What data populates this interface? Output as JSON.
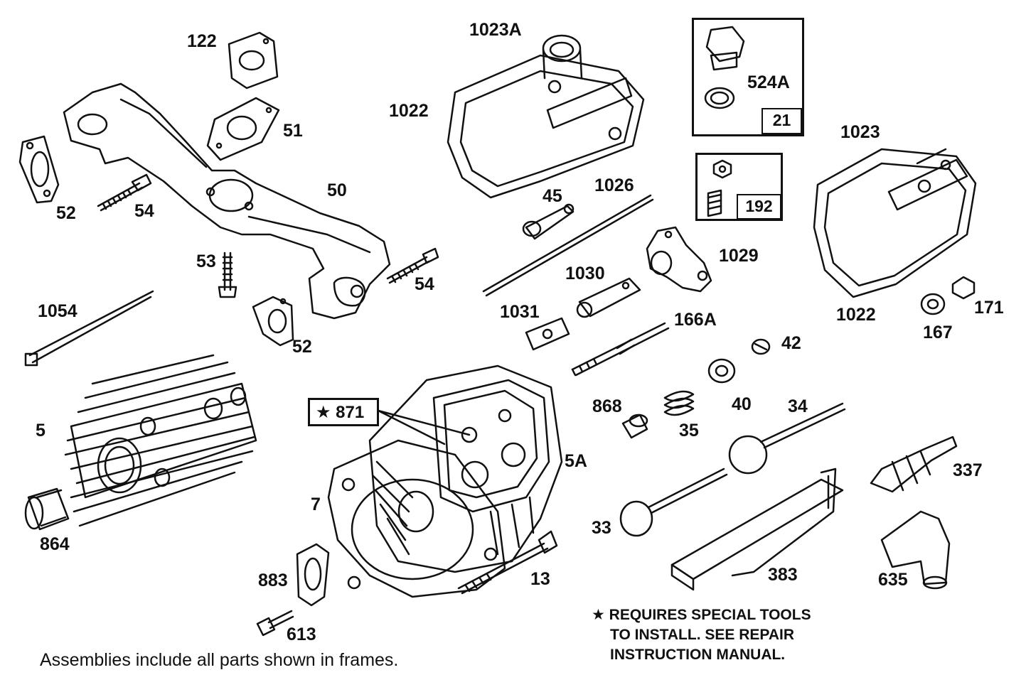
{
  "part_labels": {
    "p122": "122",
    "p1023A": "1023A",
    "p1022_top": "1022",
    "p51": "51",
    "p52_left": "52",
    "p54_left": "54",
    "p50": "50",
    "p45": "45",
    "p1026": "1026",
    "p1023": "1023",
    "p53": "53",
    "p54_right": "54",
    "p1029": "1029",
    "p1030": "1030",
    "p1022_right": "1022",
    "p171": "171",
    "p167": "167",
    "p1054": "1054",
    "p1031": "1031",
    "p166A": "166A",
    "p42": "42",
    "p52_mid": "52",
    "p40": "40",
    "p34": "34",
    "p868": "868",
    "p35": "35",
    "p5": "5",
    "p5A": "5A",
    "p337": "337",
    "p7": "7",
    "p33": "33",
    "p864": "864",
    "p883": "883",
    "p13": "13",
    "p383": "383",
    "p635": "635",
    "p613": "613"
  },
  "frames": {
    "kit_21": {
      "part": "524A",
      "kit_number": "21"
    },
    "kit_192": {
      "kit_number": "192"
    }
  },
  "special_part": "★ 871",
  "special_tools_note": [
    "★ REQUIRES SPECIAL TOOLS",
    "TO INSTALL.  SEE REPAIR",
    "INSTRUCTION MANUAL."
  ],
  "footer_note": "Assemblies include all parts shown in frames."
}
